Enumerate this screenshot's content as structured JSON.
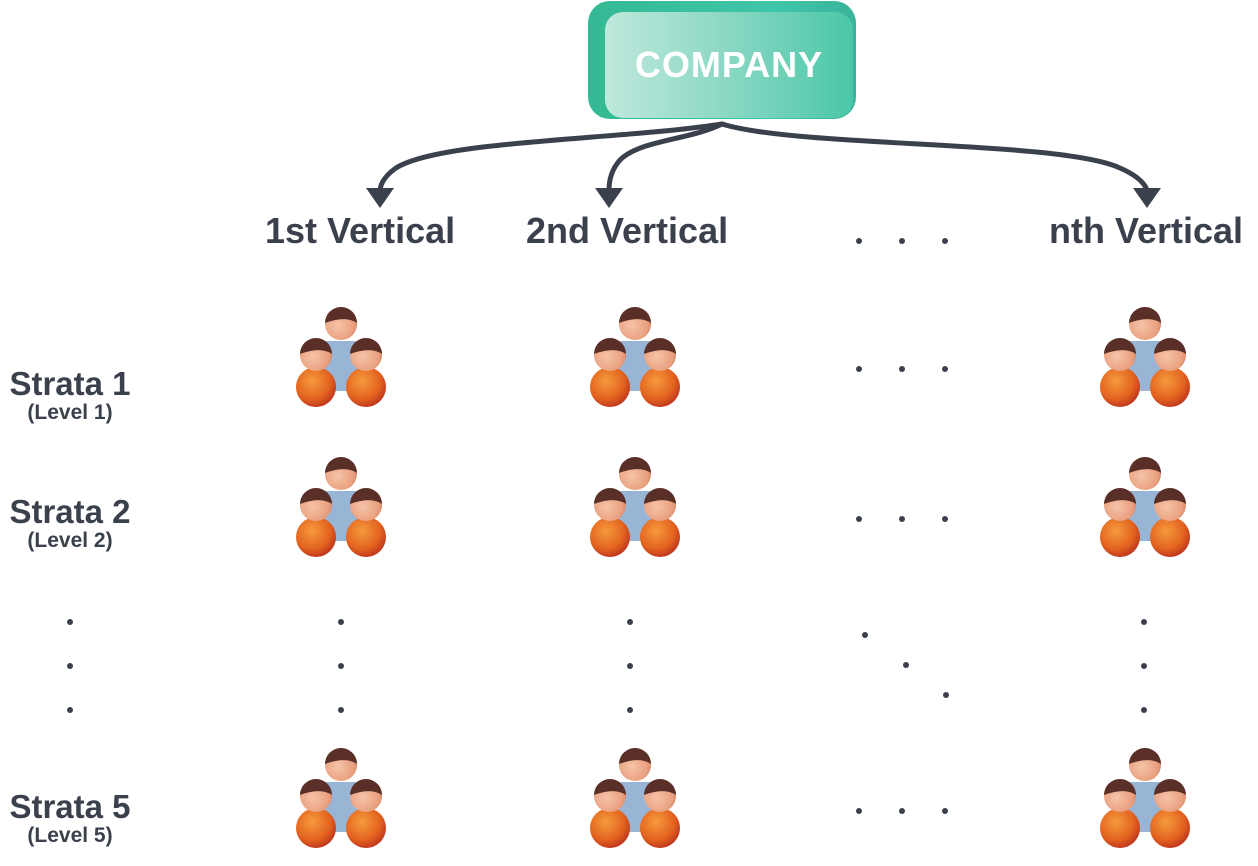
{
  "company": {
    "label": "COMPANY"
  },
  "verticals": [
    "1st Vertical",
    "2nd Vertical",
    "nth Vertical"
  ],
  "strata": [
    {
      "name": "Strata 1",
      "level": "(Level 1)"
    },
    {
      "name": "Strata 2",
      "level": "(Level 2)"
    },
    {
      "name": "Strata 5",
      "level": "(Level 5)"
    }
  ],
  "icons": {
    "group": "people-group-icon",
    "ellipsis": "ellipsis-icon",
    "arrow": "arrow-icon"
  },
  "colors": {
    "company": "#3fc6a8",
    "text": "#3b414c",
    "arrow": "#3b414c",
    "body": "#e3631f",
    "skin": "#e9a07f",
    "hair": "#5a2f27",
    "backplate": "#98b5d6"
  }
}
